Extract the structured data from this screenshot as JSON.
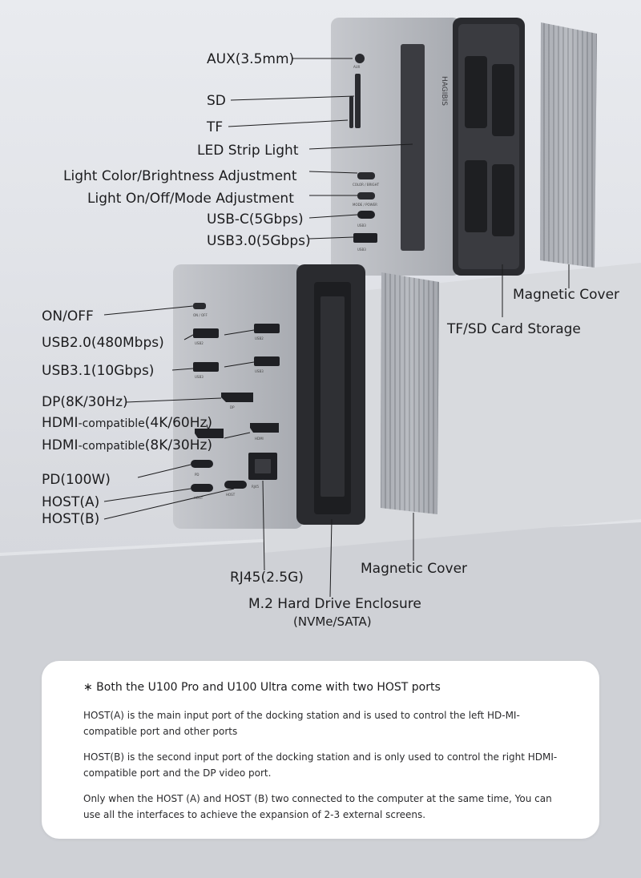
{
  "brand_mark": "HAGIBIS",
  "labels": {
    "aux": "AUX(3.5mm)",
    "sd": "SD",
    "tf": "TF",
    "led_strip": "LED Strip Light",
    "light_color": "Light Color/Brightness Adjustment",
    "light_mode": "Light On/Off/Mode Adjustment",
    "usbc_top": "USB-C(5Gbps)",
    "usb30_top": "USB3.0(5Gbps)",
    "on_off": "ON/OFF",
    "usb20": "USB2.0(480Mbps)",
    "usb31": "USB3.1(10Gbps)",
    "dp": "DP(8K/30Hz)",
    "hdmi_4k_prefix": "HDMI",
    "hdmi_4k_mid": "-compatible",
    "hdmi_4k_suffix": "(4K/60Hz)",
    "hdmi_8k_prefix": "HDMI",
    "hdmi_8k_mid": "-compatible",
    "hdmi_8k_suffix": "(8K/30Hz)",
    "pd": "PD(100W)",
    "host_a": "HOST(A)",
    "host_b": "HOST(B)",
    "magnetic_cover_top": "Magnetic Cover",
    "tf_sd_storage": "TF/SD Card Storage",
    "rj45": "RJ45(2.5G)",
    "magnetic_cover_bottom": "Magnetic Cover",
    "m2_enclosure": "M.2 Hard Drive Enclosure",
    "m2_sub": "(NVMe/SATA)"
  },
  "port_marks": {
    "aux": "AUX",
    "color_bright": "COLOR / BRIGHT",
    "mode_power": "MODE / POWER",
    "usb3_top": "USB3",
    "usb3_top2": "USB3",
    "on_off_small": "ON / OFF",
    "usb2_a": "USB2",
    "usb2_b": "USB2",
    "usb3_a": "USB3",
    "usb3_b": "USB3",
    "dp": "DP",
    "hdmi": "HDMI",
    "pd": "PD",
    "host_a": "HOST",
    "host_b": "HOST",
    "rj45": "RJ45"
  },
  "note": {
    "heading": "∗ Both the U100 Pro and U100 Ultra come with two HOST ports",
    "p1": "HOST(A) is the main input port of the docking station and is used to control the left HD-MI-compatible port and other ports",
    "p2": "HOST(B) is the second input port of the docking station and is only used to control the right HDMI-compatible port and the DP video port.",
    "p3": "Only when the HOST (A) and HOST (B) two connected to the computer at the same time, You can use all the interfaces to achieve the expansion of 2-3 external screens."
  }
}
